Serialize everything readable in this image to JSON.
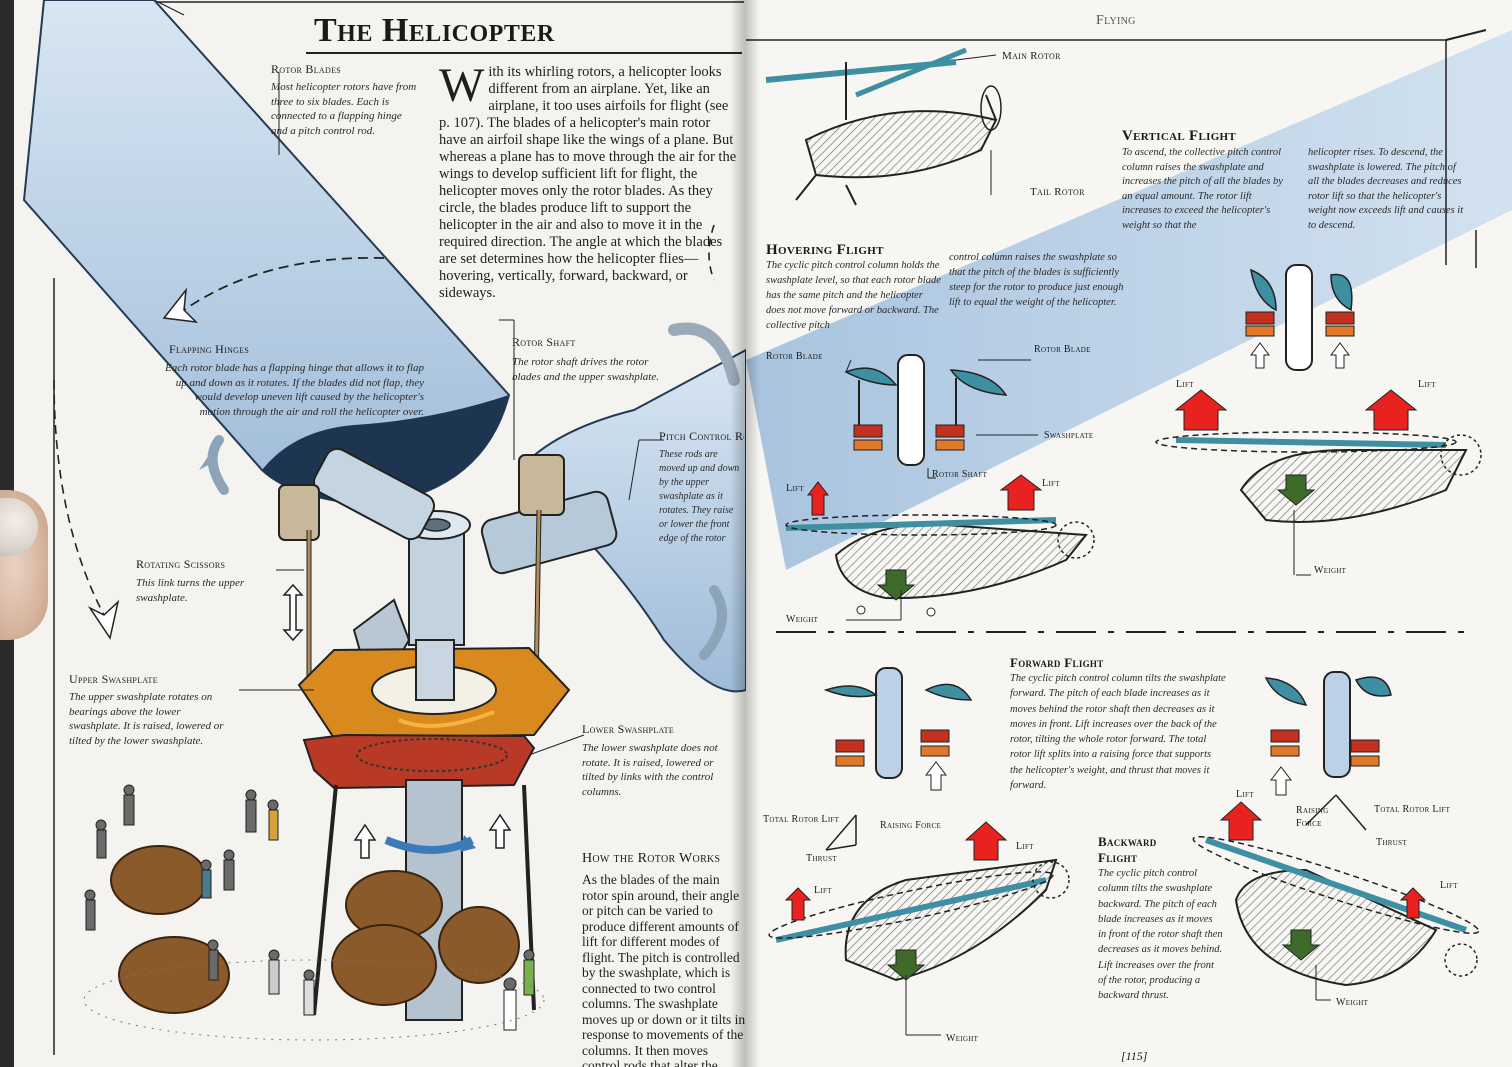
{
  "left_page": {
    "title": "The Helicopter",
    "intro_dropcap": "W",
    "intro_text": "ith its whirling rotors, a helicopter looks different from an airplane. Yet, like an airplane, it too uses airfoils for flight (see p. 107). The blades of a helicopter's main rotor have an airfoil shape like the wings of a plane. But whereas a plane has to move through the air for the wings to develop sufficient lift for flight, the helicopter moves only the rotor blades. As they circle, the blades produce lift to support the helicopter in the air and also to move it in the required direction. The angle at which the blades are set determines how the helicopter flies—hovering, vertically, forward, backward, or sideways.",
    "rotor_blades": {
      "heading": "Rotor Blades",
      "text": "Most helicopter rotors have from three to six blades. Each is connected to a flapping hinge and a pitch control rod."
    },
    "flapping_hinges": {
      "heading": "Flapping Hinges",
      "text": "Each rotor blade has a flapping hinge that allows it to flap up and down as it rotates. If the blades did not flap, they would develop uneven lift caused by the helicopter's motion through the air and roll the helicopter over."
    },
    "rotor_shaft": {
      "heading": "Rotor Shaft",
      "text": "The rotor shaft drives the rotor blades and the upper swashplate."
    },
    "pitch_control_rods": {
      "heading": "Pitch Control Rods",
      "text": "These rods are moved up and down by the upper swashplate as it rotates. They raise or lower the front edge of the rotor blades to change the pitch of the blades."
    },
    "rotating_scissors": {
      "heading": "Rotating Scissors",
      "text": "This link turns the upper swashplate."
    },
    "upper_swashplate": {
      "heading": "Upper Swashplate",
      "text": "The upper swashplate rotates on bearings above the lower swashplate. It is raised, lowered or tilted by the lower swashplate."
    },
    "lower_swashplate": {
      "heading": "Lower Swashplate",
      "text": "The lower swashplate does not rotate. It is raised, lowered or tilted by links with the control columns."
    },
    "how_rotor_works": {
      "heading": "How the Rotor Works",
      "text": "As the blades of the main rotor spin around, their angle or pitch can be varied to produce different amounts of lift for different modes of flight. The pitch is controlled by the swashplate, which is connected to two control columns. The swashplate moves up or down or it tilts in response to movements of the columns. It then moves control rods that alter the pitch of the blades."
    }
  },
  "right_page": {
    "running_head": "Flying",
    "main_rotor": "Main Rotor",
    "tail_rotor": "Tail Rotor",
    "vertical_flight": {
      "heading": "Vertical Flight",
      "text_col1": "To ascend, the collective pitch control column raises the swashplate and increases the pitch of all the blades by an equal amount. The rotor lift increases to exceed the helicopter's weight so that the",
      "text_col2": "helicopter rises. To descend, the swashplate is lowered. The pitch of all the blades decreases and reduces rotor lift so that the helicopter's weight now exceeds lift and causes it to descend."
    },
    "hovering_flight": {
      "heading": "Hovering Flight",
      "text_col1": "The cyclic pitch control column holds the swashplate level, so that each rotor blade has the same pitch and the helicopter does not move forward or backward. The collective pitch",
      "text_col2": "control column raises the swashplate so that the pitch of the blades is sufficiently steep for the rotor to produce just enough lift to equal the weight of the helicopter."
    },
    "labels": {
      "rotor_blade_left": "Rotor Blade",
      "rotor_blade_right": "Rotor Blade",
      "swashplate": "Swashplate",
      "rotor_shaft": "Rotor Shaft",
      "lift": "Lift",
      "weight": "Weight",
      "total_rotor_lift": "Total Rotor Lift",
      "raising_force": "Raising Force",
      "thrust": "Thrust"
    },
    "forward_flight": {
      "heading": "Forward Flight",
      "text": "The cyclic pitch control column tilts the swashplate forward. The pitch of each blade increases as it moves behind the rotor shaft then decreases as it moves in front. Lift increases over the back of the rotor, tilting the whole rotor forward. The total rotor lift splits into a raising force that supports the helicopter's weight, and thrust that moves it forward."
    },
    "backward_flight": {
      "heading": "Backward Flight",
      "text": "The cyclic pitch control column tilts the swashplate backward. The pitch of each blade increases as it moves in front of the rotor shaft then decreases as it moves behind. Lift increases over the front of the rotor, producing a backward thrust."
    },
    "page_number": "[115]"
  },
  "colors": {
    "beam": "#9fbfe0",
    "lift_arrow": "#e8221f",
    "weight_arrow": "#3f6b2a",
    "blade": "#3f8fa3",
    "swash_red": "#c2311f",
    "swash_orange": "#e07a2a",
    "fuselage": "#b9bec4",
    "plate_orange": "#d98a1e",
    "plate_red": "#b83a26"
  }
}
